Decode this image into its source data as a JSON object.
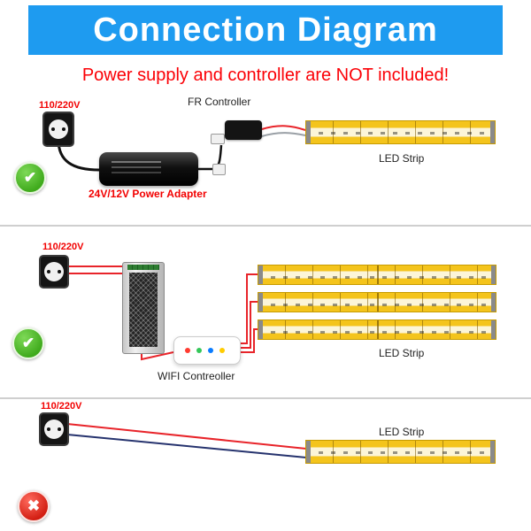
{
  "header": {
    "title": "Connection Diagram"
  },
  "notice": {
    "text": "Power supply and controller are NOT included!"
  },
  "icons": {
    "check": "✔",
    "cross": "✖"
  },
  "colors": {
    "header_bg": "#1E9BF0",
    "notice_red": "#FB0006",
    "wire_red": "#E8242A",
    "wire_dark": "#26336E",
    "strip_yellow": "#F4C41C",
    "ok_green": "#3FAA1C",
    "bad_red": "#D21E12"
  },
  "sections": [
    {
      "voltage_label": "110/220V",
      "controller_label": "FR Controller",
      "adapter_label": "24V/12V Power Adapter",
      "strip_label": "LED Strip",
      "status": "ok"
    },
    {
      "voltage_label": "110/220V",
      "controller_label": "WIFI Contreoller",
      "strip_label": "LED Strip",
      "status": "ok"
    },
    {
      "voltage_label": "110/220V",
      "strip_label": "LED Strip",
      "status": "bad"
    }
  ]
}
